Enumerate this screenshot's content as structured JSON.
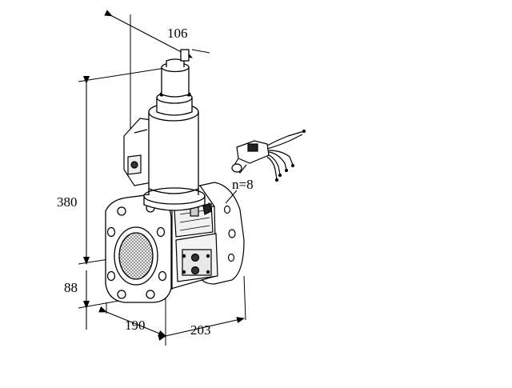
{
  "drawing": {
    "dimensions": {
      "top_width": "106",
      "height_total": "380",
      "height_lower": "88",
      "depth_left": "190",
      "width_right": "203"
    },
    "flange_holes": "n=8"
  }
}
